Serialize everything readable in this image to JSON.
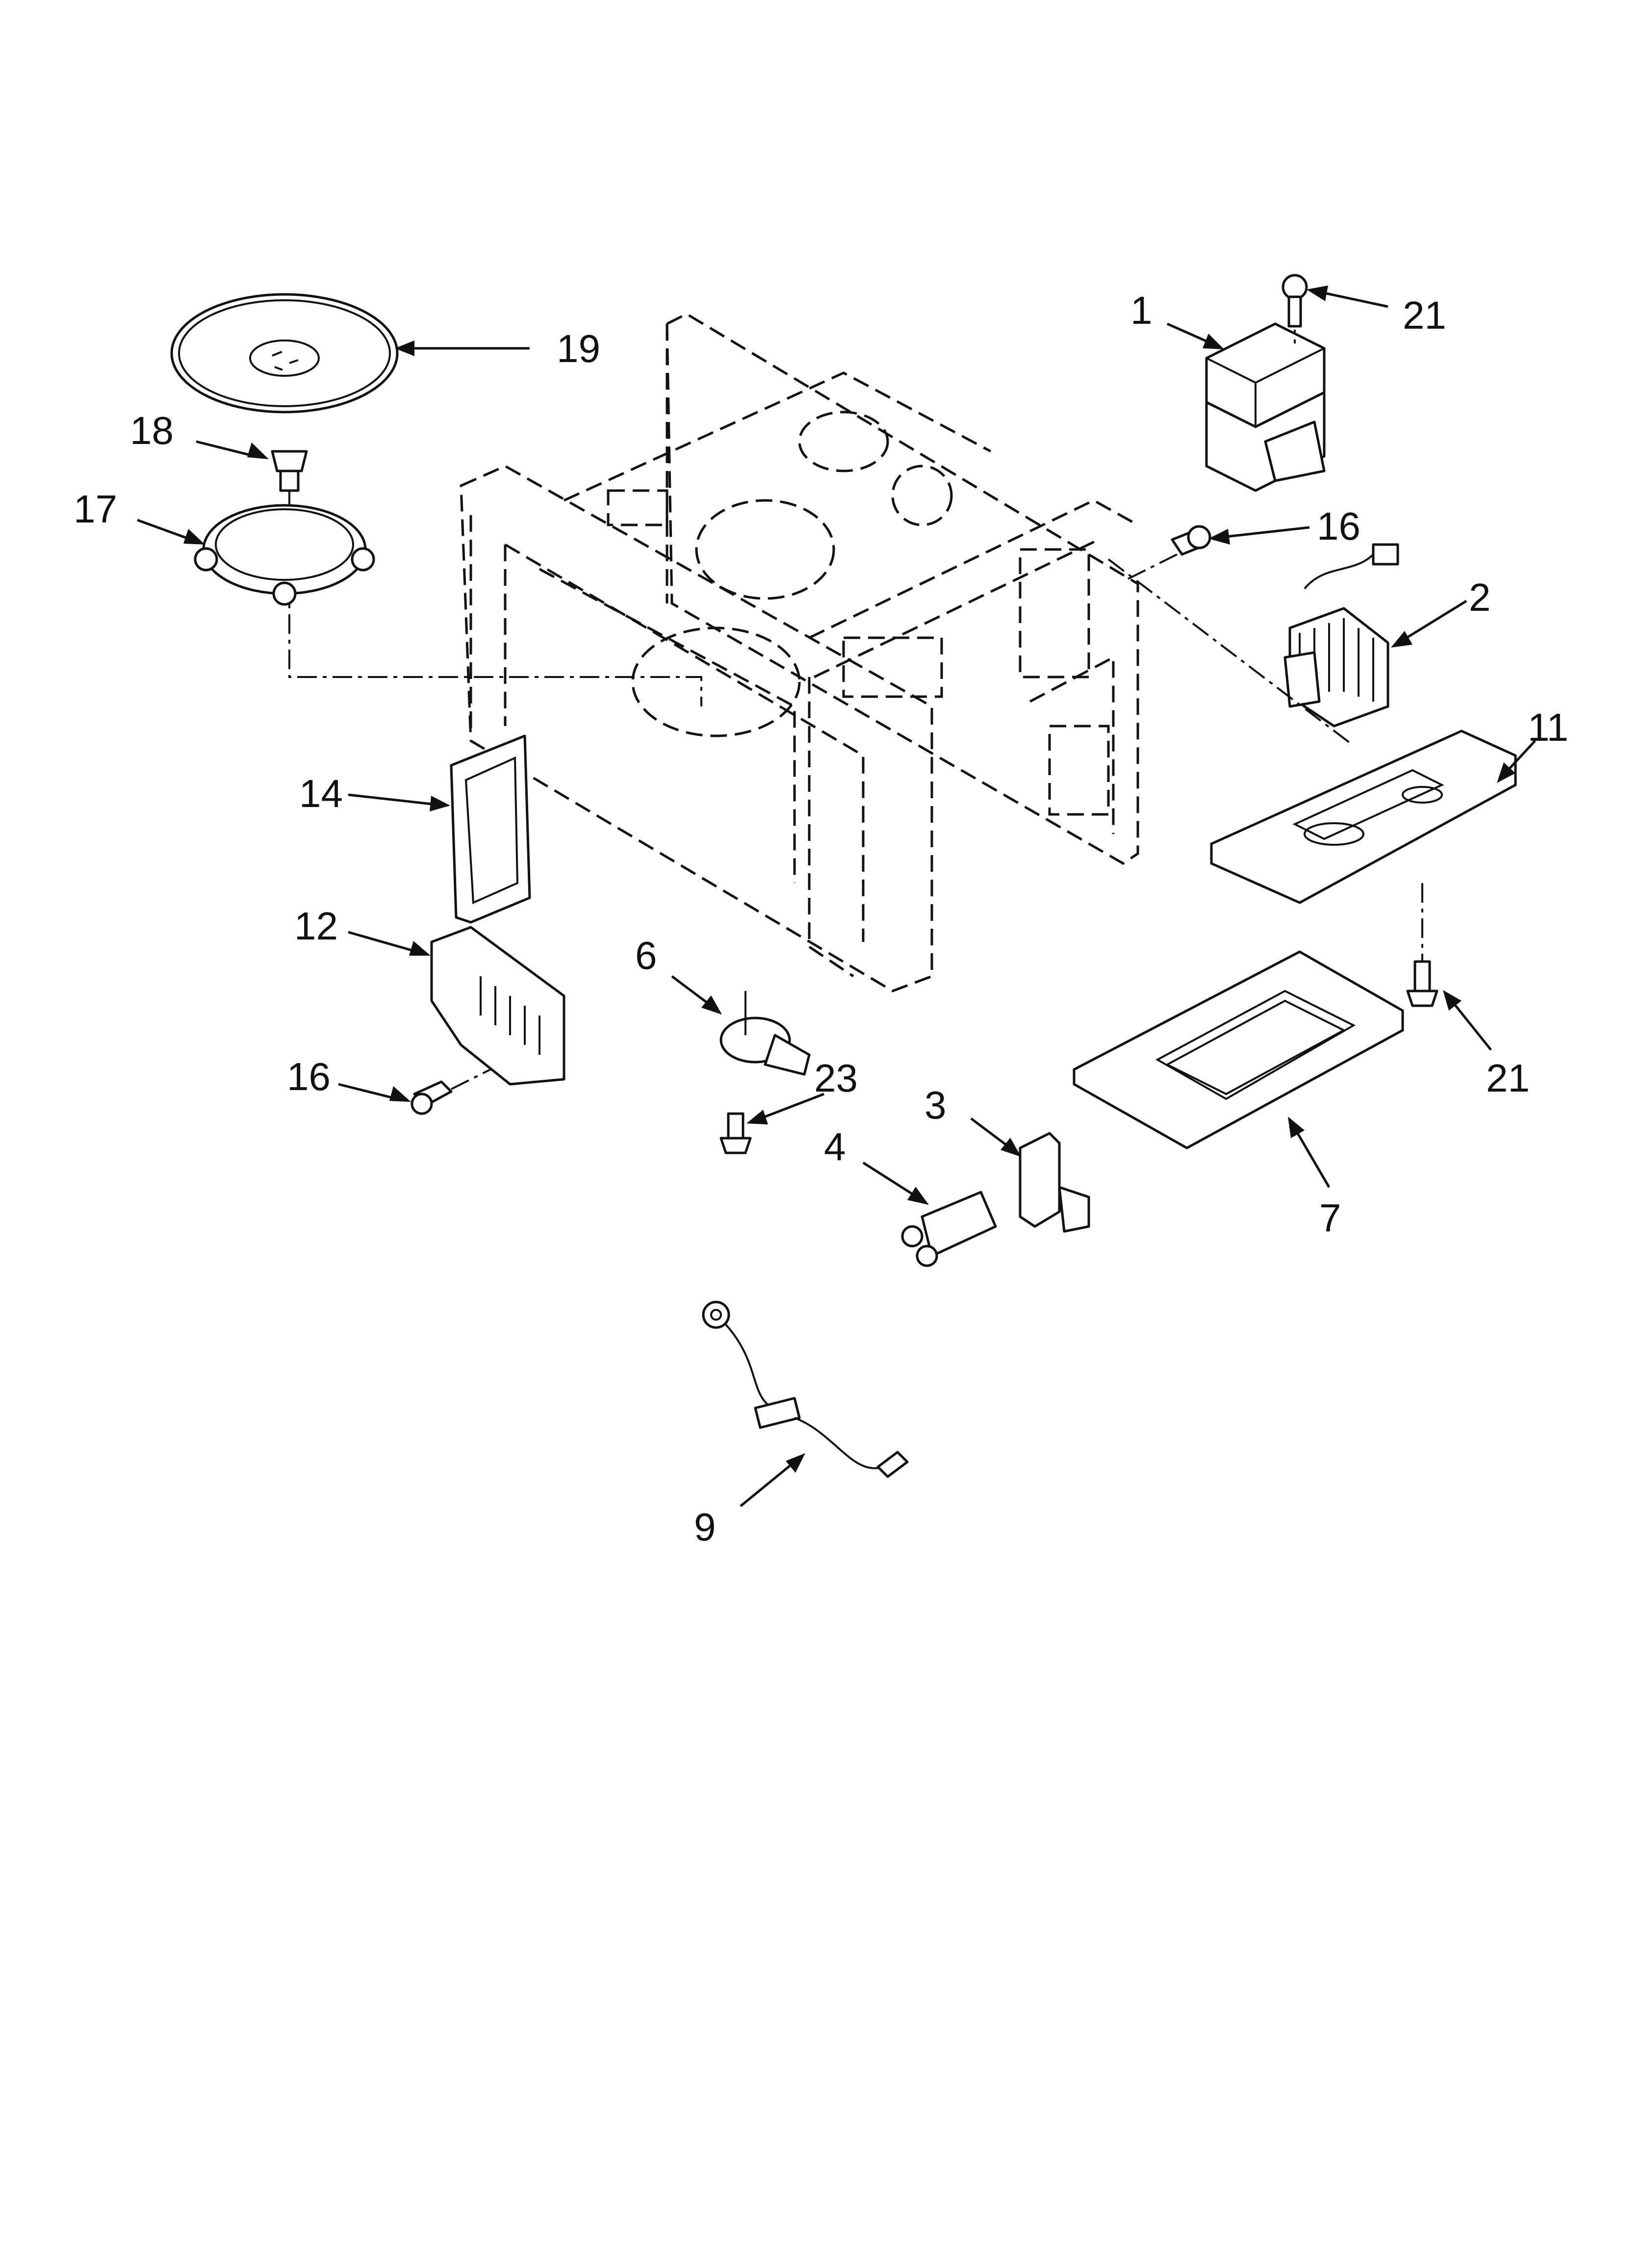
{
  "callouts": [
    {
      "id": "1",
      "label": "1"
    },
    {
      "id": "2",
      "label": "2"
    },
    {
      "id": "3",
      "label": "3"
    },
    {
      "id": "4",
      "label": "4"
    },
    {
      "id": "6",
      "label": "6"
    },
    {
      "id": "7",
      "label": "7"
    },
    {
      "id": "9",
      "label": "9"
    },
    {
      "id": "11",
      "label": "11"
    },
    {
      "id": "12",
      "label": "12"
    },
    {
      "id": "14",
      "label": "14"
    },
    {
      "id": "16a",
      "label": "16"
    },
    {
      "id": "16b",
      "label": "16"
    },
    {
      "id": "17",
      "label": "17"
    },
    {
      "id": "18",
      "label": "18"
    },
    {
      "id": "19",
      "label": "19"
    },
    {
      "id": "21a",
      "label": "21"
    },
    {
      "id": "21b",
      "label": "21"
    },
    {
      "id": "23",
      "label": "23"
    }
  ]
}
